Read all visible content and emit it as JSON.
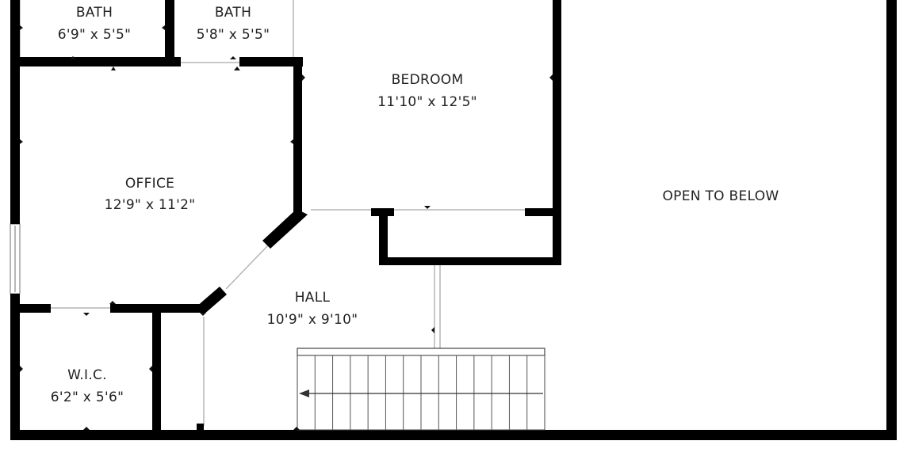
{
  "colors": {
    "wall": "#000000",
    "thin_line": "#9a9a9a",
    "stair_line": "#444444",
    "text": "#222222",
    "background": "#ffffff"
  },
  "rooms": {
    "bath_left": {
      "name": "BATH",
      "dims": "6'9\" x 5'5\""
    },
    "bath_right": {
      "name": "BATH",
      "dims": "5'8\" x 5'5\""
    },
    "bedroom": {
      "name": "BEDROOM",
      "dims": "11'10\" x 12'5\""
    },
    "office": {
      "name": "OFFICE",
      "dims": "12'9\" x 11'2\""
    },
    "open": {
      "name": "OPEN TO BELOW"
    },
    "hall": {
      "name": "HALL",
      "dims": "10'9\" x 9'10\""
    },
    "wic": {
      "name": "W.I.C.",
      "dims": "6'2\" x 5'6\""
    }
  },
  "stairs": {
    "tread_count": 14
  }
}
